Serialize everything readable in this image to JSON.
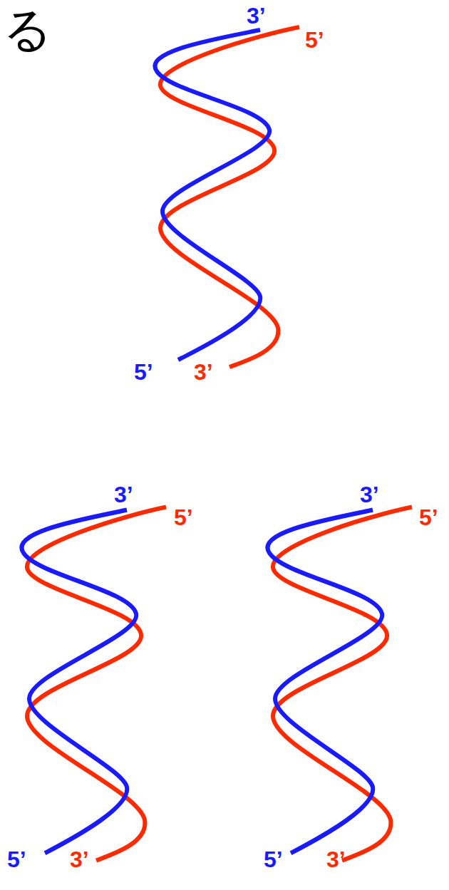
{
  "diagram": {
    "labels": [
      "る",
      "3’",
      "5’",
      "5’",
      "3’",
      "3’",
      "5’",
      "5’",
      "3’",
      "3’",
      "5’",
      "5’",
      "3’"
    ]
  }
}
